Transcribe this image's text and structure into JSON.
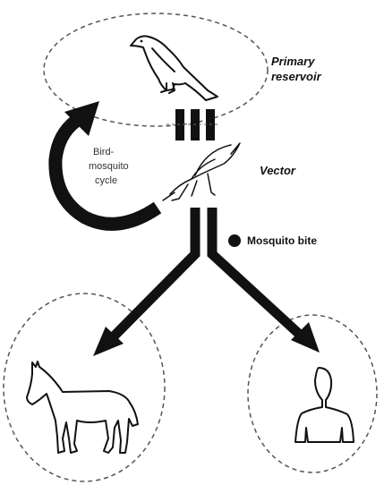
{
  "labels": {
    "primary_reservoir_line1": "Primary",
    "primary_reservoir_line2": "reservoir",
    "vector": "Vector",
    "cycle_line1": "Bird-",
    "cycle_line2": "mosquito",
    "cycle_line3": "cycle",
    "mosquito_bite": "Mosquito bite"
  },
  "icons": {
    "reservoir": "bird-icon",
    "vector": "mosquito-icon",
    "host_left": "horse-icon",
    "host_right": "human-icon"
  },
  "colors": {
    "ink": "#111111",
    "dash": "#555555"
  }
}
